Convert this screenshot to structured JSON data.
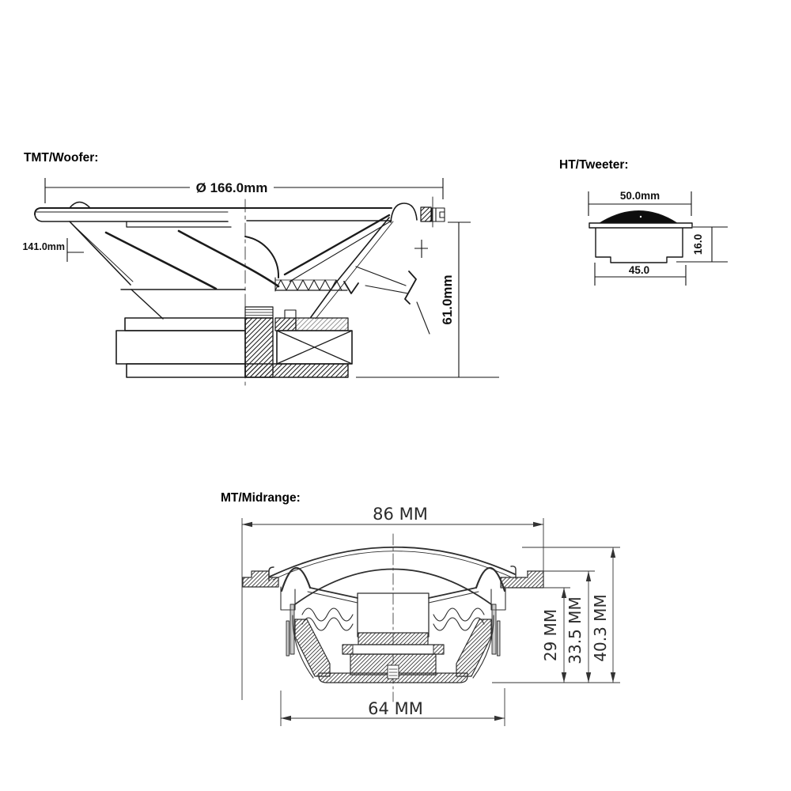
{
  "diagram": {
    "background_color": "#ffffff",
    "line_color": "#1b1b1b",
    "cad_line_color": "#2f2f2f",
    "woofer": {
      "title": "TMT/Woofer:",
      "dims": {
        "diameter": "Ø 166.0mm",
        "cutout": "141.0mm",
        "height": "61.0mm"
      }
    },
    "tweeter": {
      "title": "HT/Tweeter:",
      "dims": {
        "faceplate": "50.0mm",
        "depth": "16.0",
        "body": "45.0"
      }
    },
    "midrange": {
      "title": "MT/Midrange:",
      "dims": {
        "overall_width": "86 MM",
        "basket_width": "64 MM",
        "depth_inner": "29 MM",
        "depth_mid": "33.5 MM",
        "depth_total": "40.3 MM"
      }
    }
  }
}
